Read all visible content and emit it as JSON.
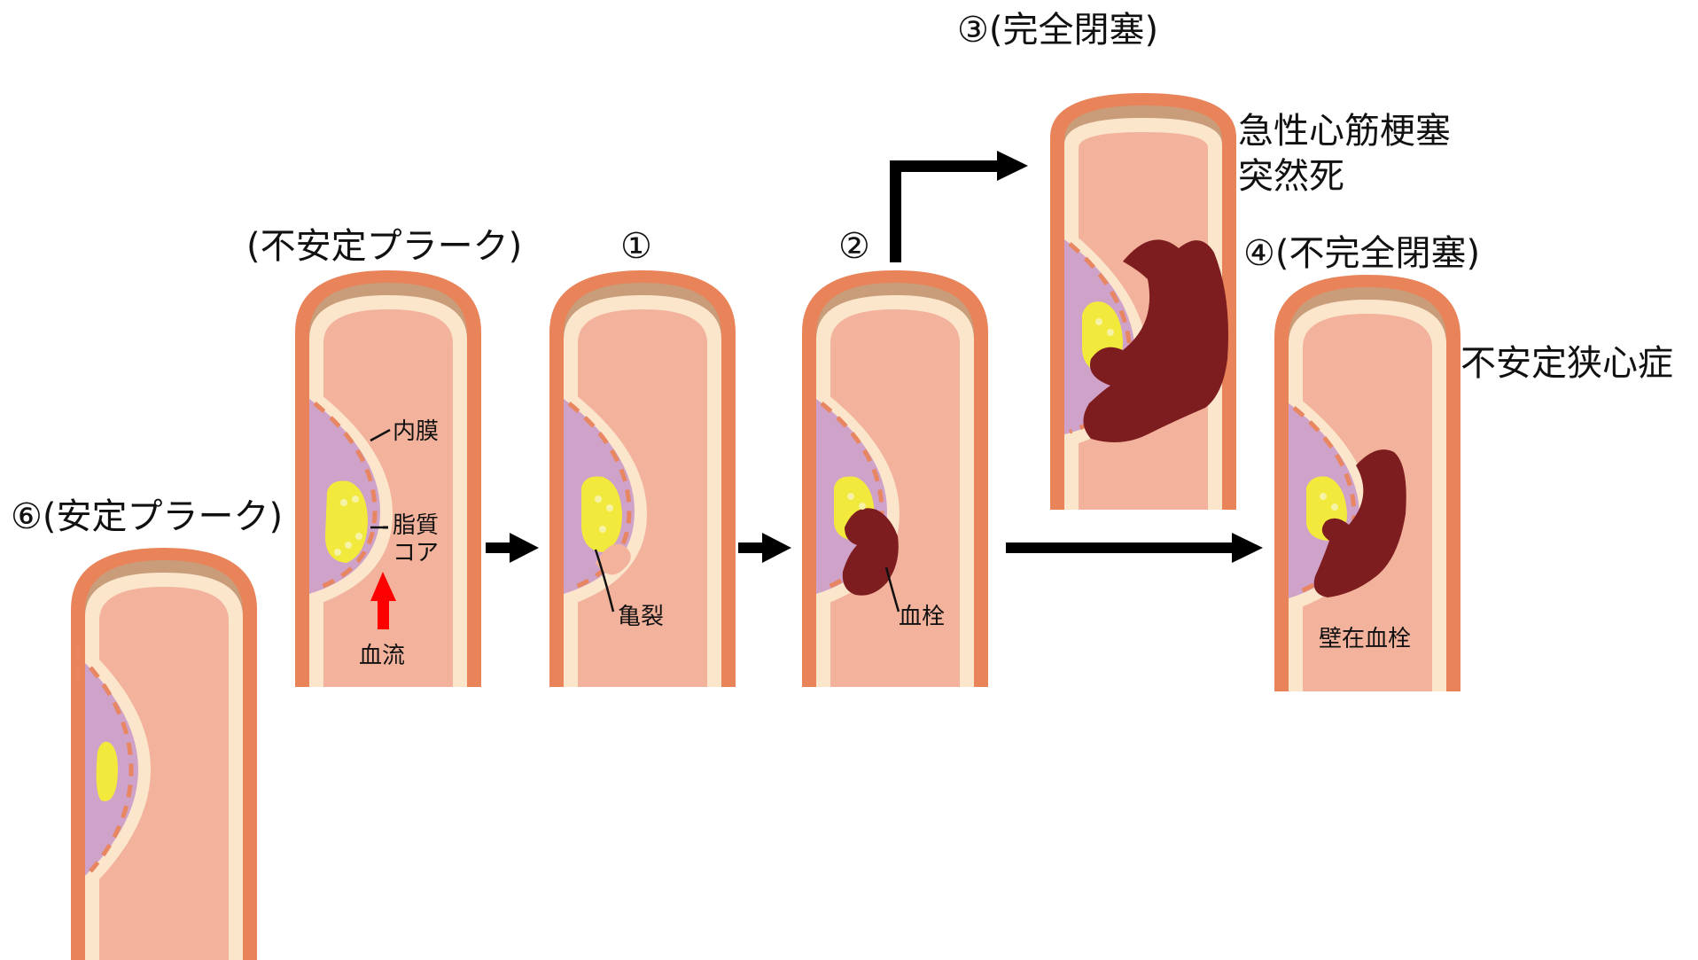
{
  "labels": {
    "stable_plaque": "⑥(安定プラーク)",
    "unstable_plaque": "(不安定プラーク)",
    "step1": "①",
    "step2": "②",
    "step3": "③(完全閉塞)",
    "step4": "④(不完全閉塞)",
    "outcome3_line1": "急性心筋梗塞",
    "outcome3_line2": "突然死",
    "outcome4": "不安定狭心症"
  },
  "annotations": {
    "intima": "内膜",
    "lipid_core_line1": "脂質",
    "lipid_core_line2": "コア",
    "blood_flow": "血流",
    "rupture": "亀裂",
    "thrombus": "血栓",
    "mural_thrombus": "壁在血栓"
  },
  "colors": {
    "wall_outer": "#e9835a",
    "wall_cap": "#c98a62",
    "intima": "#fbe6cc",
    "lumen": "#f2b29c",
    "plaque": "#cfa2c9",
    "plaque_dash": "#e88662",
    "lipid": "#f1ea3c",
    "thrombus": "#7e1d1f",
    "arrow": "#000000",
    "flow_arrow": "#ff0000"
  }
}
